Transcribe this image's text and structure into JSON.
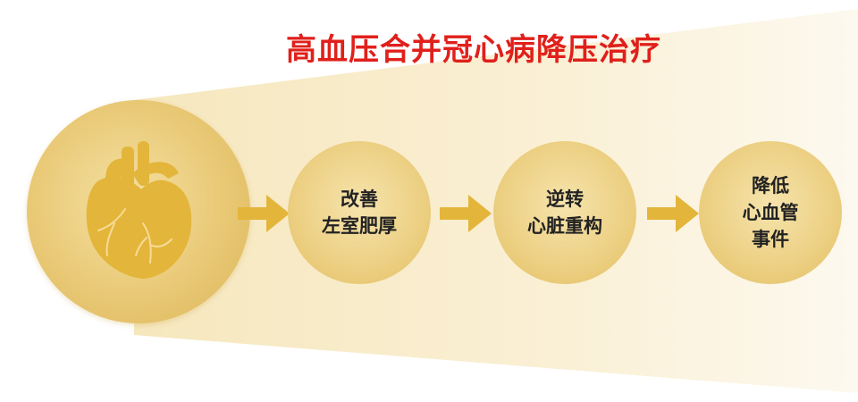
{
  "title": "高血压合并冠心病降压治疗",
  "icons": {
    "heart": "heart-anatomy-icon",
    "arrow": "right-arrow-icon"
  },
  "colors": {
    "title": "#e0201b",
    "gold": "#e3b53a",
    "circle": "#eccf82"
  },
  "steps": [
    {
      "text": "改善\n左室肥厚"
    },
    {
      "text": "逆转\n心脏重构"
    },
    {
      "text": "降低\n心血管\n事件"
    }
  ]
}
